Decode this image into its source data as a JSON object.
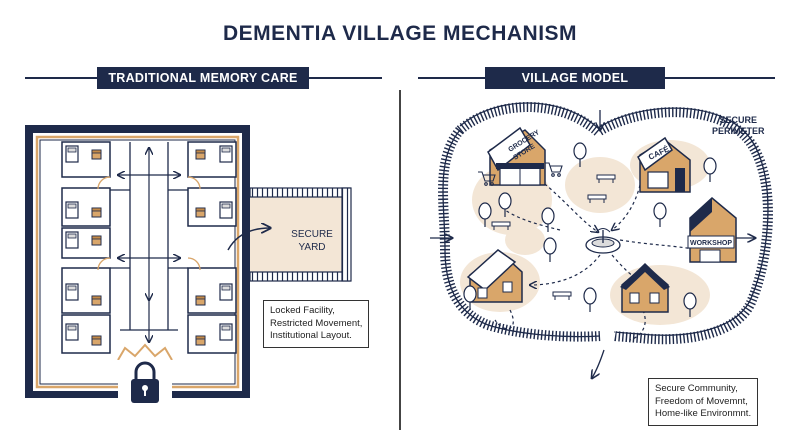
{
  "title": "DEMENTIA VILLAGE MECHANISM",
  "left": {
    "banner": "TRADITIONAL MEMORY CARE",
    "yard_line1": "SECURE",
    "yard_line2": "YARD",
    "caption": [
      "Locked Facility,",
      "Restricted Movement,",
      "Institutional Layout."
    ]
  },
  "right": {
    "banner": "VILLAGE MODEL",
    "perimeter_line1": "SECURE",
    "perimeter_line2": "PERIMETER",
    "grocery_line1": "GROCERY",
    "grocery_line2": "STORE",
    "cafe": "CAFÉ",
    "workshop": "WORKSHOP",
    "caption": [
      "Secure Community,",
      "Freedom of Movemnt,",
      "Home-like Environmnt."
    ]
  },
  "colors": {
    "navy": "#1e2a4a",
    "tan": "#d9a66a",
    "sand": "#f3e6d6",
    "gray": "#dcdcdc"
  }
}
